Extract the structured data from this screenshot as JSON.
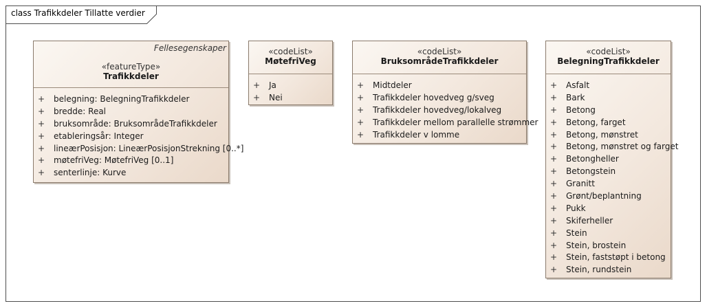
{
  "frame": {
    "title": "class Trafikkdeler Tillatte verdier"
  },
  "classes": [
    {
      "package": "Fellesegenskaper",
      "stereotype": "«featureType»",
      "name": "Trafikkdeler",
      "items": [
        {
          "vis": "+",
          "text": "belegning: BelegningTrafikkdeler"
        },
        {
          "vis": "+",
          "text": "bredde: Real"
        },
        {
          "vis": "+",
          "text": "bruksområde: BruksområdeTrafikkdeler"
        },
        {
          "vis": "+",
          "text": "etableringsår: Integer"
        },
        {
          "vis": "+",
          "text": "lineærPosisjon: LineærPosisjonStrekning [0..*]"
        },
        {
          "vis": "+",
          "text": "møtefriVeg: MøtefriVeg [0..1]"
        },
        {
          "vis": "+",
          "text": "senterlinje: Kurve"
        }
      ]
    },
    {
      "stereotype": "«codeList»",
      "name": "MøtefriVeg",
      "items": [
        {
          "vis": "+",
          "text": "Ja"
        },
        {
          "vis": "+",
          "text": "Nei"
        }
      ]
    },
    {
      "stereotype": "«codeList»",
      "name": "BruksområdeTrafikkdeler",
      "items": [
        {
          "vis": "+",
          "text": "Midtdeler"
        },
        {
          "vis": "+",
          "text": "Trafikkdeler hovedveg g/sveg"
        },
        {
          "vis": "+",
          "text": "Trafikkdeler hovedveg/lokalveg"
        },
        {
          "vis": "+",
          "text": "Trafikkdeler mellom parallelle strømmer"
        },
        {
          "vis": "+",
          "text": "Trafikkdeler v lomme"
        }
      ]
    },
    {
      "stereotype": "«codeList»",
      "name": "BelegningTrafikkdeler",
      "items": [
        {
          "vis": "+",
          "text": "Asfalt"
        },
        {
          "vis": "+",
          "text": "Bark"
        },
        {
          "vis": "+",
          "text": "Betong"
        },
        {
          "vis": "+",
          "text": "Betong, farget"
        },
        {
          "vis": "+",
          "text": "Betong, mønstret"
        },
        {
          "vis": "+",
          "text": "Betong, mønstret og farget"
        },
        {
          "vis": "+",
          "text": "Betongheller"
        },
        {
          "vis": "+",
          "text": "Betongstein"
        },
        {
          "vis": "+",
          "text": "Granitt"
        },
        {
          "vis": "+",
          "text": "Grønt/beplantning"
        },
        {
          "vis": "+",
          "text": "Pukk"
        },
        {
          "vis": "+",
          "text": "Skiferheller"
        },
        {
          "vis": "+",
          "text": "Stein"
        },
        {
          "vis": "+",
          "text": "Stein, brostein"
        },
        {
          "vis": "+",
          "text": "Stein, faststøpt i betong"
        },
        {
          "vis": "+",
          "text": "Stein, rundstein"
        }
      ]
    }
  ]
}
